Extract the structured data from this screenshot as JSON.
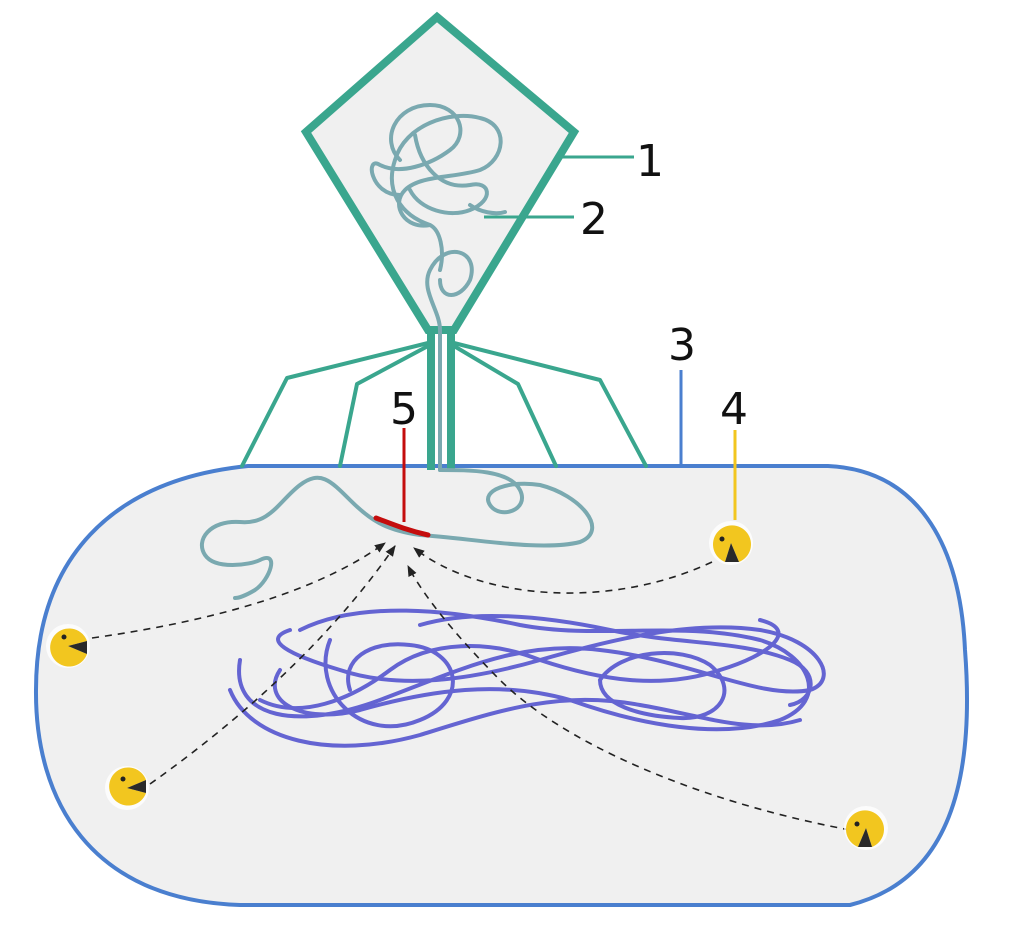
{
  "labels": {
    "l1": "1",
    "l2": "2",
    "l3": "3",
    "l4": "4",
    "l5": "5"
  },
  "colors": {
    "phage": "#3aa68e",
    "phage_dna": "#7aa9b0",
    "cell_membrane": "#4a7fcf",
    "cell_fill": "#f0f0f0",
    "bacterial_dna": "#6464d2",
    "enzyme": "#f2c61f",
    "marker": "#c40d0d",
    "arrow": "#222222"
  },
  "icons": {
    "enzyme": "pacman-enzyme-icon"
  }
}
